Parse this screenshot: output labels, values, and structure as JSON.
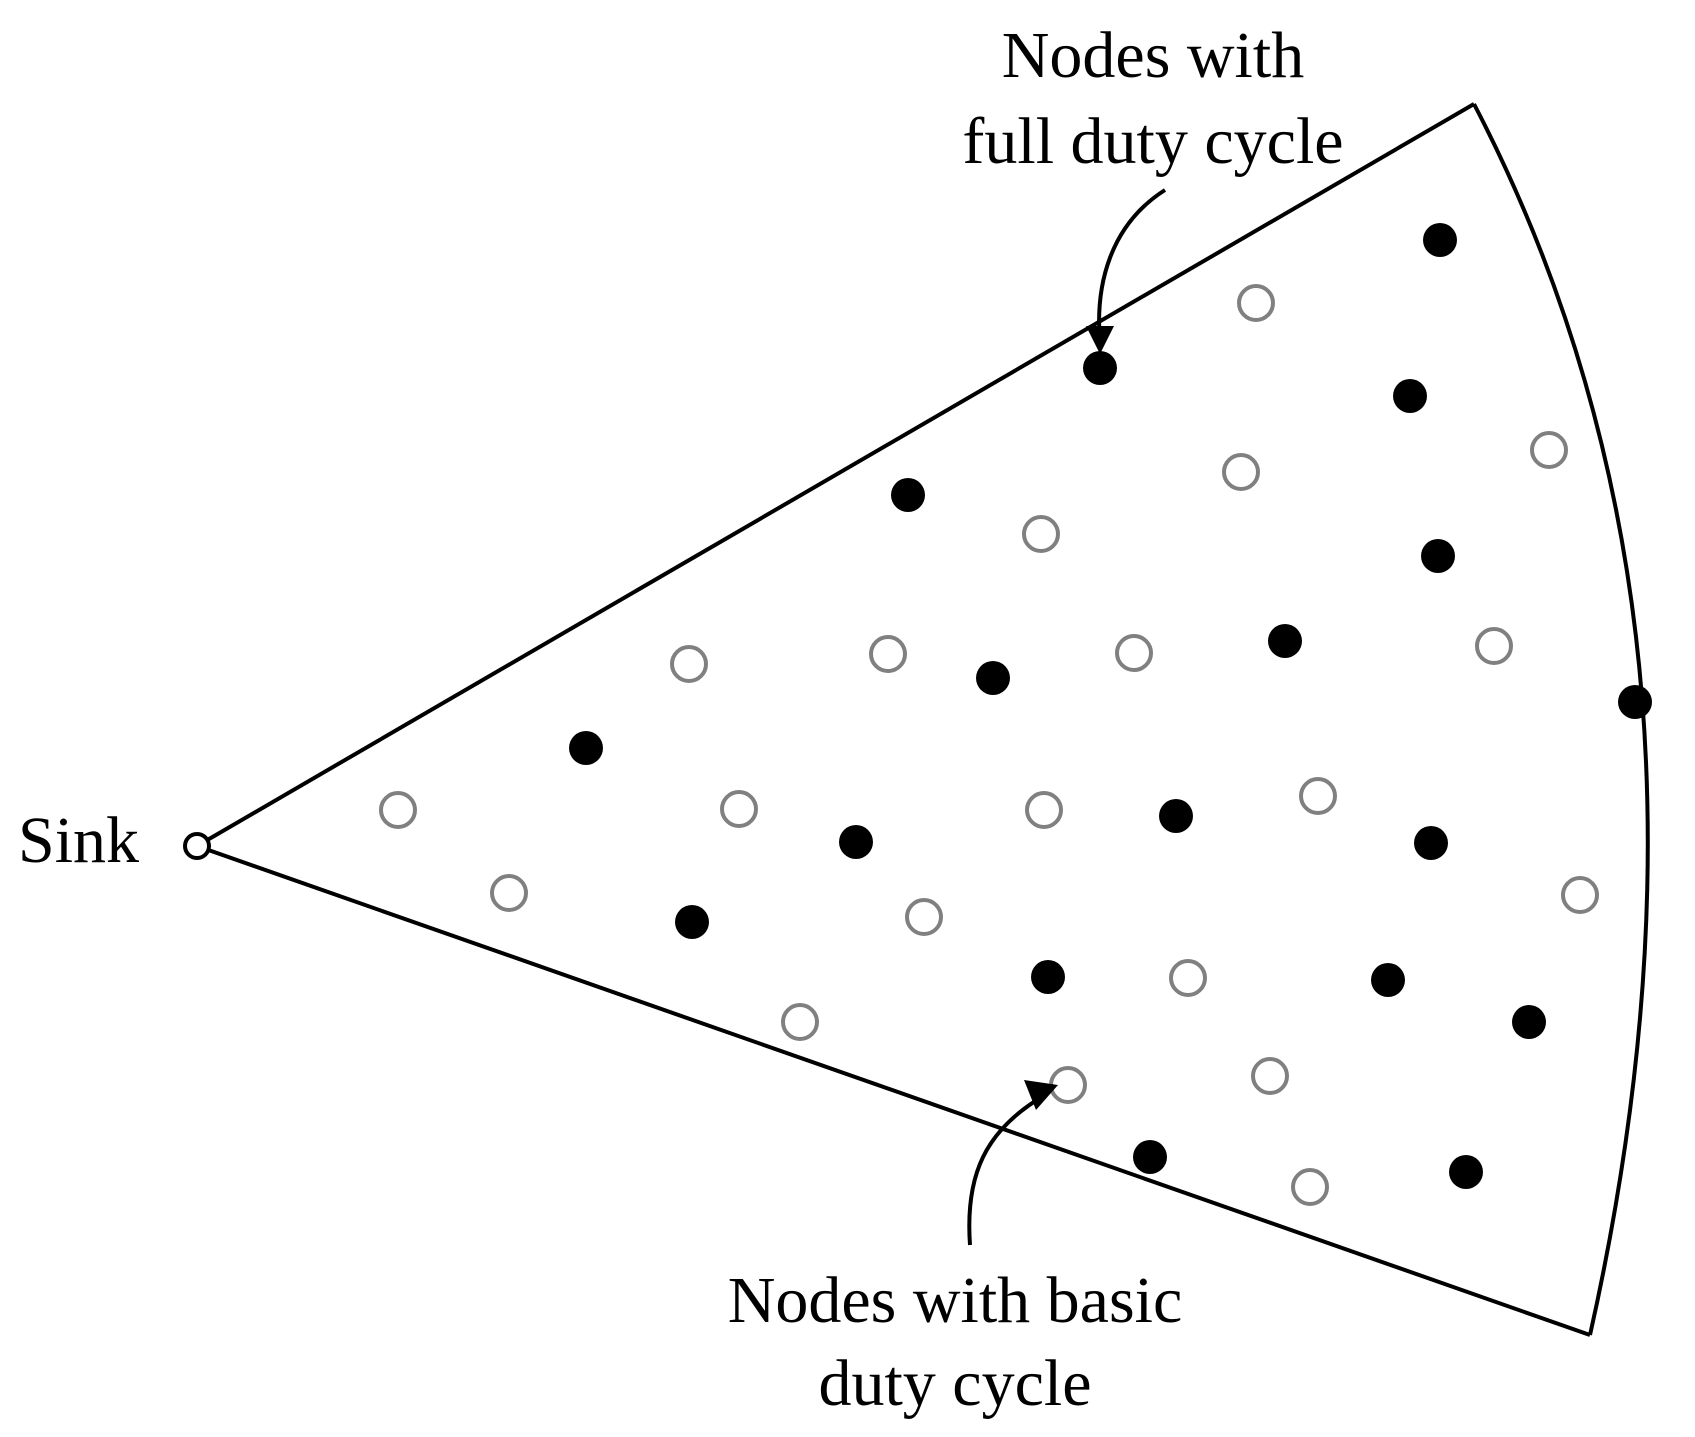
{
  "labels": {
    "sink": "Sink",
    "full_line1": "Nodes with",
    "full_line2": "full duty cycle",
    "basic_line1": "Nodes with basic",
    "basic_line2": "duty cycle"
  },
  "colors": {
    "outline": "#000000",
    "full_node": "#000000",
    "basic_node": "#808080",
    "background": "#ffffff"
  },
  "node_types": {
    "full": "filled black circle",
    "basic": "hollow gray circle"
  }
}
